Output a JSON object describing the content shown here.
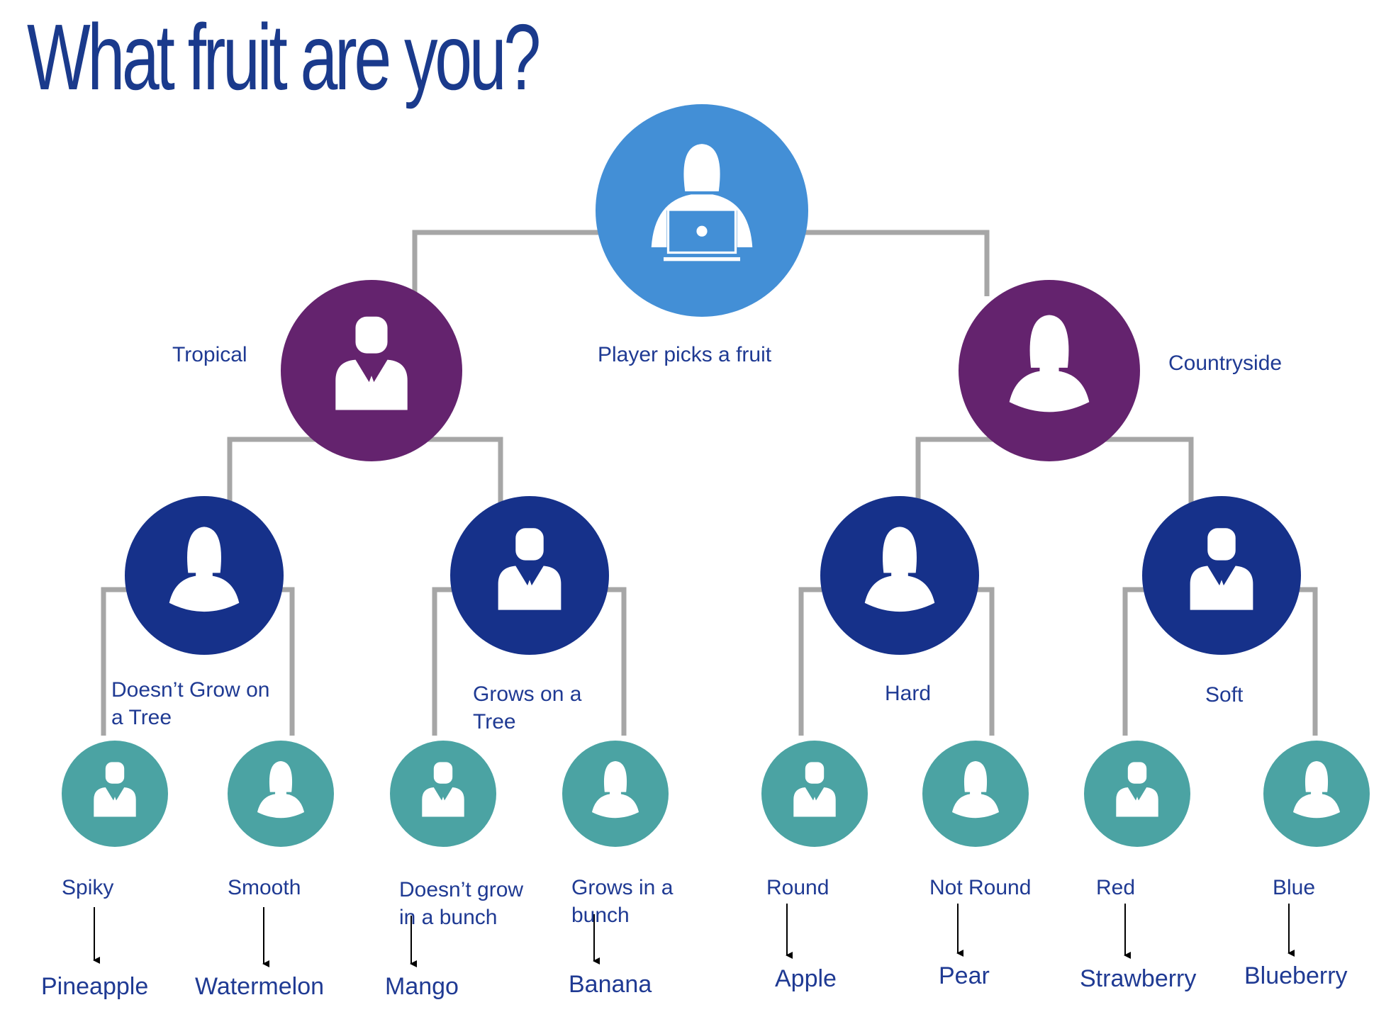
{
  "title": "What fruit are you?",
  "colors": {
    "root": "#438fd6",
    "level1": "#64236e",
    "level2": "#16318a",
    "leaf": "#4ba3a3",
    "connector": "#a6a6a6",
    "text": "#1f3a93",
    "arrow": "#000000"
  },
  "nodes": {
    "root": {
      "label": "Player picks a fruit",
      "icon": "person-laptop-icon"
    },
    "tropical": {
      "label": "Tropical",
      "icon": "male-person-icon"
    },
    "countryside": {
      "label": "Countryside",
      "icon": "female-person-icon"
    },
    "no_tree": {
      "label_line1": "Doesn’t Grow on",
      "label_line2": "a Tree",
      "icon": "female-person-icon"
    },
    "tree": {
      "label_line1": "Grows on a",
      "label_line2": "Tree",
      "icon": "male-person-icon"
    },
    "hard": {
      "label": "Hard",
      "icon": "female-person-icon"
    },
    "soft": {
      "label": "Soft",
      "icon": "male-person-icon"
    }
  },
  "leaves": [
    {
      "label_line1": "Spiky",
      "label_line2": "",
      "fruit": "Pineapple",
      "icon": "male-person-icon"
    },
    {
      "label_line1": "Smooth",
      "label_line2": "",
      "fruit": "Watermelon",
      "icon": "female-person-icon"
    },
    {
      "label_line1": "Doesn’t grow",
      "label_line2": "in a bunch",
      "fruit": "Mango",
      "icon": "male-person-icon"
    },
    {
      "label_line1": "Grows in a",
      "label_line2": "bunch",
      "fruit": "Banana",
      "icon": "female-person-icon"
    },
    {
      "label_line1": "Round",
      "label_line2": "",
      "fruit": "Apple",
      "icon": "male-person-icon"
    },
    {
      "label_line1": "Not Round",
      "label_line2": "",
      "fruit": "Pear",
      "icon": "female-person-icon"
    },
    {
      "label_line1": "Red",
      "label_line2": "",
      "fruit": "Strawberry",
      "icon": "male-person-icon"
    },
    {
      "label_line1": "Blue",
      "label_line2": "",
      "fruit": "Blueberry",
      "icon": "female-person-icon"
    }
  ]
}
